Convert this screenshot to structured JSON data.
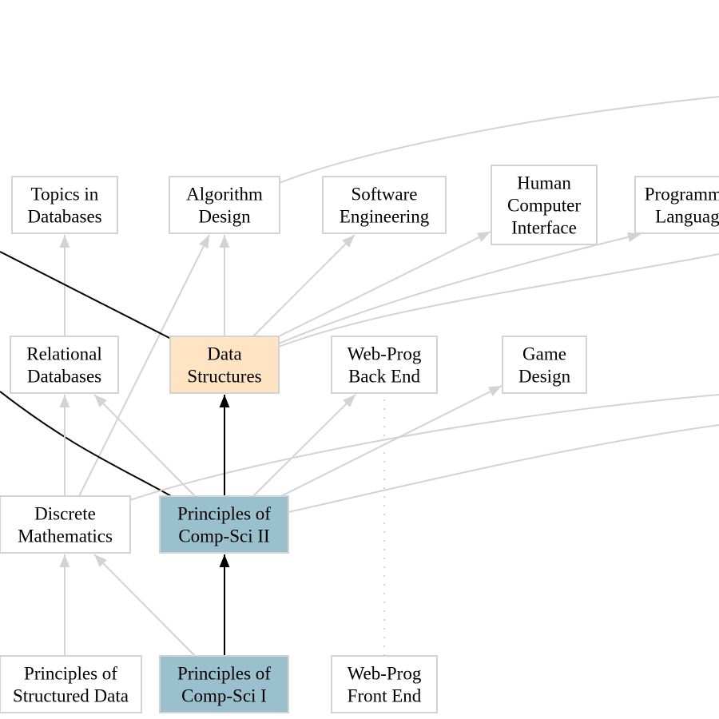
{
  "diagram": {
    "type": "course-prerequisite-graph",
    "colors": {
      "default_fill": "#ffffff",
      "default_border": "#d3d3d3",
      "highlight_fill": "#ffe4c4",
      "path_fill": "#9ac0cd",
      "gray_edge": "#d3d3d3",
      "path_edge": "#000000"
    },
    "nodes": [
      {
        "id": "topics-db",
        "lines": [
          "Topics in",
          "Databases"
        ],
        "style": "default"
      },
      {
        "id": "algo-design",
        "lines": [
          "Algorithm",
          "Design"
        ],
        "style": "default"
      },
      {
        "id": "software-eng",
        "lines": [
          "Software",
          "Engineering"
        ],
        "style": "default"
      },
      {
        "id": "hci",
        "lines": [
          "Human",
          "Computer",
          "Interface"
        ],
        "style": "default"
      },
      {
        "id": "prog-lang",
        "lines": [
          "Programming",
          "Languages"
        ],
        "style": "default"
      },
      {
        "id": "relational-db",
        "lines": [
          "Relational",
          "Databases"
        ],
        "style": "default"
      },
      {
        "id": "data-structures",
        "lines": [
          "Data",
          "Structures"
        ],
        "style": "highlight"
      },
      {
        "id": "webprog-back",
        "lines": [
          "Web-Prog",
          "Back End"
        ],
        "style": "default"
      },
      {
        "id": "game-design",
        "lines": [
          "Game",
          "Design"
        ],
        "style": "default"
      },
      {
        "id": "discrete-math",
        "lines": [
          "Discrete",
          "Mathematics"
        ],
        "style": "default"
      },
      {
        "id": "pcs2",
        "lines": [
          "Principles of",
          "Comp-Sci II"
        ],
        "style": "path"
      },
      {
        "id": "structured-data",
        "lines": [
          "Principles of",
          "Structured Data"
        ],
        "style": "default"
      },
      {
        "id": "pcs1",
        "lines": [
          "Principles of",
          "Comp-Sci I"
        ],
        "style": "path"
      },
      {
        "id": "webprog-front",
        "lines": [
          "Web-Prog",
          "Front End"
        ],
        "style": "default"
      }
    ],
    "edges": [
      {
        "from": "relational-db",
        "to": "topics-db",
        "style": "gray"
      },
      {
        "from": "data-structures",
        "to": "algo-design",
        "style": "gray"
      },
      {
        "from": "discrete-math",
        "to": "algo-design",
        "style": "gray"
      },
      {
        "from": "data-structures",
        "to": "software-eng",
        "style": "gray"
      },
      {
        "from": "data-structures",
        "to": "hci",
        "style": "gray"
      },
      {
        "from": "data-structures",
        "to": "prog-lang",
        "style": "gray"
      },
      {
        "from": "data-structures",
        "to": "offscreen-right",
        "style": "gray"
      },
      {
        "from": "algo-design",
        "to": "offscreen-top-right",
        "style": "gray"
      },
      {
        "from": "data-structures",
        "to": "offscreen-left",
        "style": "black"
      },
      {
        "from": "pcs2",
        "to": "offscreen-left",
        "style": "black"
      },
      {
        "from": "discrete-math",
        "to": "relational-db",
        "style": "gray"
      },
      {
        "from": "pcs2",
        "to": "relational-db",
        "style": "gray"
      },
      {
        "from": "pcs2",
        "to": "data-structures",
        "style": "black"
      },
      {
        "from": "pcs2",
        "to": "webprog-back",
        "style": "gray"
      },
      {
        "from": "pcs2",
        "to": "game-design",
        "style": "gray"
      },
      {
        "from": "discrete-math",
        "to": "offscreen-right",
        "style": "gray"
      },
      {
        "from": "pcs2",
        "to": "offscreen-right",
        "style": "gray"
      },
      {
        "from": "structured-data",
        "to": "discrete-math",
        "style": "gray"
      },
      {
        "from": "pcs1",
        "to": "discrete-math",
        "style": "gray"
      },
      {
        "from": "pcs1",
        "to": "pcs2",
        "style": "black"
      },
      {
        "from": "webprog-front",
        "to": "webprog-back",
        "style": "dotted"
      }
    ]
  }
}
